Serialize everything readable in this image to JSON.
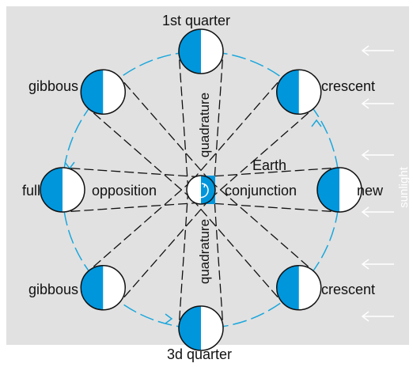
{
  "colors": {
    "background": "#e1e1e1",
    "orbit": "#1aa7dc",
    "moon_lit": "#ffffff",
    "moon_dark": "#0096dc",
    "outline": "#111111",
    "arrow": "#ffffff"
  },
  "labels": {
    "first_quarter": "1st quarter",
    "third_quarter": "3d quarter",
    "gibbous_top": "gibbous",
    "gibbous_bottom": "gibbous",
    "crescent_top": "crescent",
    "crescent_bottom": "crescent",
    "full": "full",
    "new": "new",
    "opposition": "opposition",
    "conjunction": "conjunction",
    "earth": "Earth",
    "quadrature_top": "quadrature",
    "quadrature_bottom": "quadrature",
    "sunlight": "sunlight"
  },
  "moon_phases": [
    "new",
    "crescent",
    "1st quarter",
    "gibbous",
    "full",
    "gibbous",
    "3d quarter",
    "crescent"
  ]
}
